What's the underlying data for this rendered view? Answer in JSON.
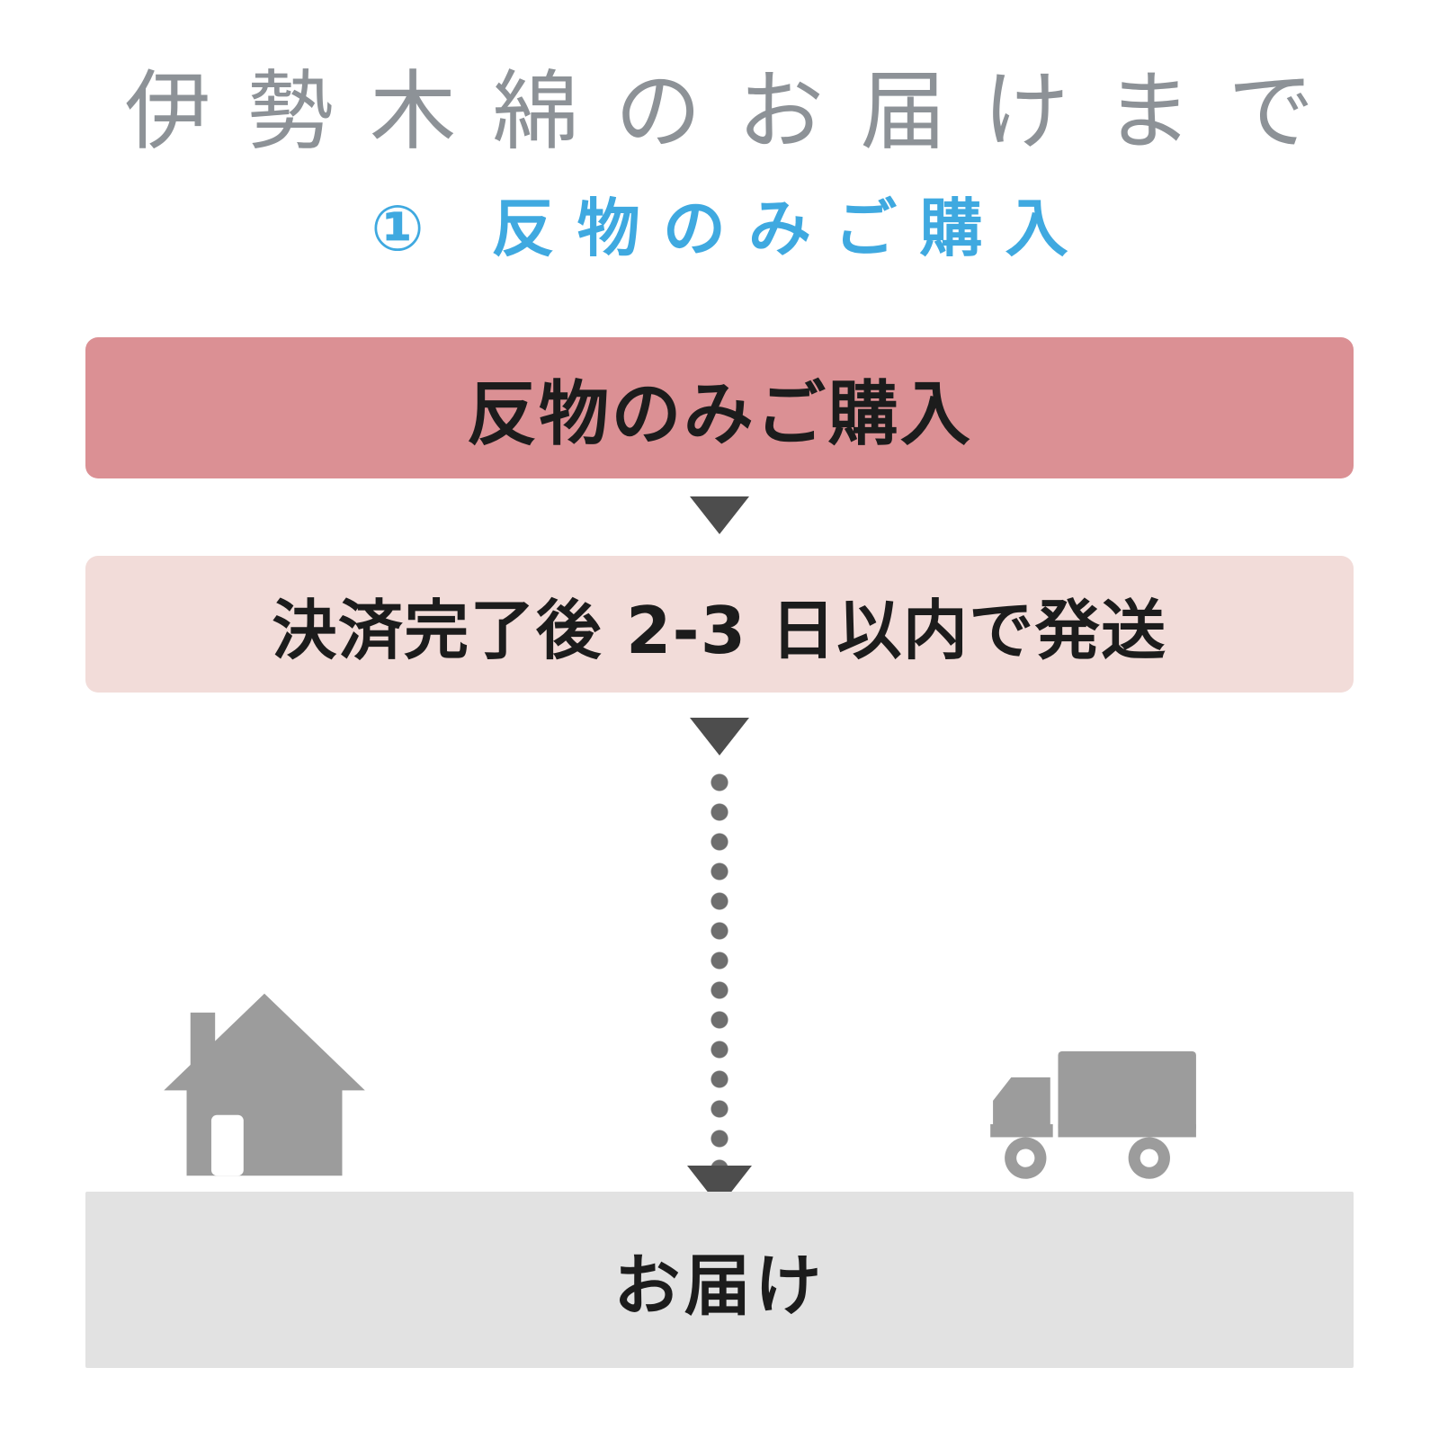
{
  "header": {
    "title": "伊勢木綿のお届けまで",
    "subtitle": "① 反物のみご購入"
  },
  "flow": {
    "step1": "反物のみご購入",
    "step2": "決済完了後 2-3 日以内で発送",
    "step3": "お届け"
  },
  "icons": {
    "left": "house-icon",
    "right": "truck-icon",
    "connectors": [
      "arrow-down-icon",
      "arrow-down-icon",
      "dotted-line",
      "arrow-down-icon"
    ]
  },
  "colors": {
    "title_gray": "#8d9297",
    "subtitle_blue": "#3fa9e0",
    "step1_bg": "#db9094",
    "step2_bg": "#f2dcd9",
    "step3_bg": "#e2e2e2",
    "text_black": "#1c1c1c",
    "arrow_gray": "#4d4d4d",
    "dot_gray": "#6e6e6e",
    "icon_gray": "#9c9c9c"
  }
}
